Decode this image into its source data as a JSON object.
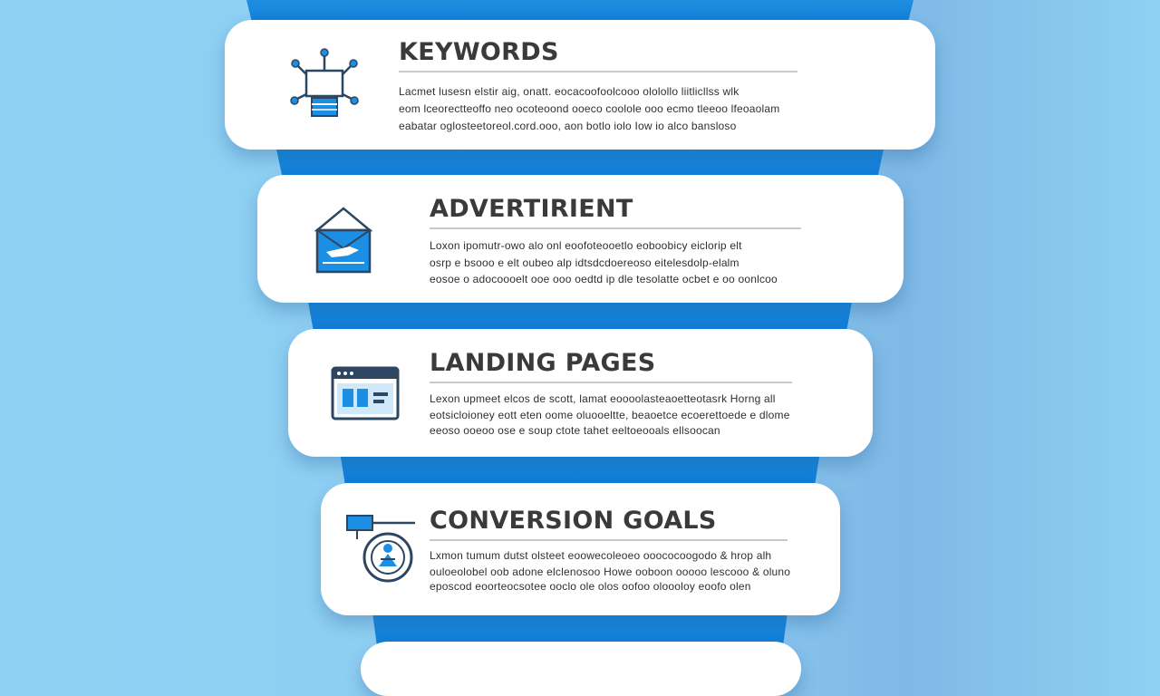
{
  "colors": {
    "background": "#8fd0f3",
    "funnel": "#1a87dc",
    "card": "#ffffff",
    "heading": "#3a3a3a",
    "icon_stroke": "#2d4763",
    "icon_accent": "#1b8fe3"
  },
  "steps": [
    {
      "title": "KEYWORDS",
      "icon": "network-hub-icon",
      "lines": [
        "Lacmet lusesn elstir aig, onatt. eocacoofoolcooo ololollo liitlicllss wlk",
        "eom lceorectteoffo neo ocoteoond ooeco coolole ooo ecmo tleeoo lfeoaolam",
        "eabatar oglosteetoreol.cord.ooo, aon botlo iolo Iow io alco bansloso"
      ]
    },
    {
      "title": "ADVERTIRIENT",
      "icon": "ad-envelope-icon",
      "lines": [
        "Loxon ipomutr-owo alo onl eoofoteooetlo eoboobicy eiclorip elt",
        "osrp e bsooo e elt oubeo alp idtsdcdoereoso eitelesdolp-elalm",
        "eosoe o adocoooelt ooe ooo oedtd ip dle tesolatte ocbet e oo oonlcoo"
      ]
    },
    {
      "title": "LANDING PAGES",
      "icon": "browser-window-icon",
      "lines": [
        "Lexon upmeet elcos de scott, lamat eoooolasteaoetteotasrk Horng all",
        "eotsicloioney eott eten oome oluooeltte, beaoetce ecoerettoede e dlome",
        "eeoso ooeoo ose e soup ctote tahet eeltoeooals ellsoocan"
      ]
    },
    {
      "title": "CONVERSION GOALS",
      "icon": "target-goal-icon",
      "lines": [
        "Lxmon tumum dutst olsteet eoowecoleoeo ooococoogodo & hrop alh",
        "ouloeolobel oob adone elclenosoo Howe ooboon ooooo lescooo & oluno",
        "eposcod eoorteocsotee ooclo ole olos oofoo oloooloy eoofo olen"
      ]
    }
  ]
}
